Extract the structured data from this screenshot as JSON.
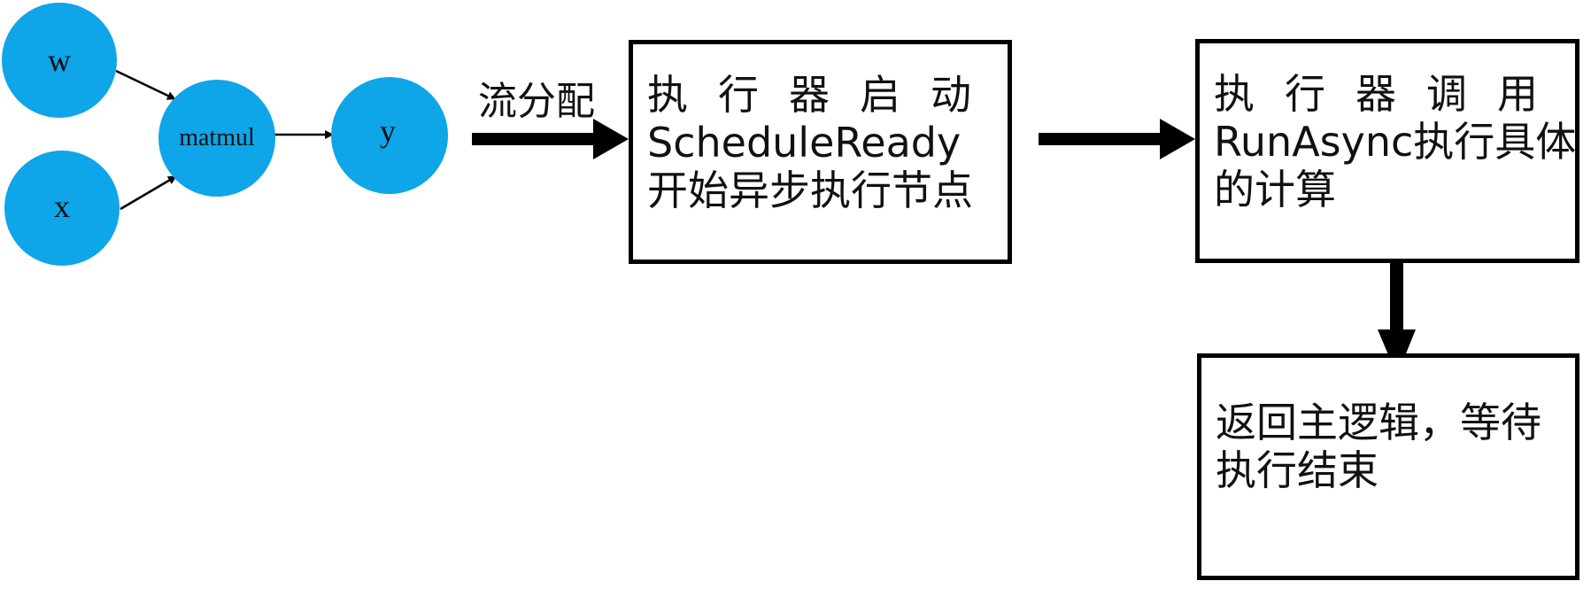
{
  "graph": {
    "nodes": {
      "w": "w",
      "x": "x",
      "matmul": "matmul",
      "y": "y"
    },
    "node_color": "#0ea5e9"
  },
  "flow": {
    "edge_label": "流分配",
    "box1": {
      "line1": "执行器启动",
      "line2": "ScheduleReady",
      "line3": "开始异步执行节点"
    },
    "box2": {
      "line1": "执行器调用",
      "line2": "RunAsync执行具体",
      "line3": "的计算"
    },
    "box3": {
      "line1": "返回主逻辑，等待",
      "line2": "执行结束"
    }
  }
}
